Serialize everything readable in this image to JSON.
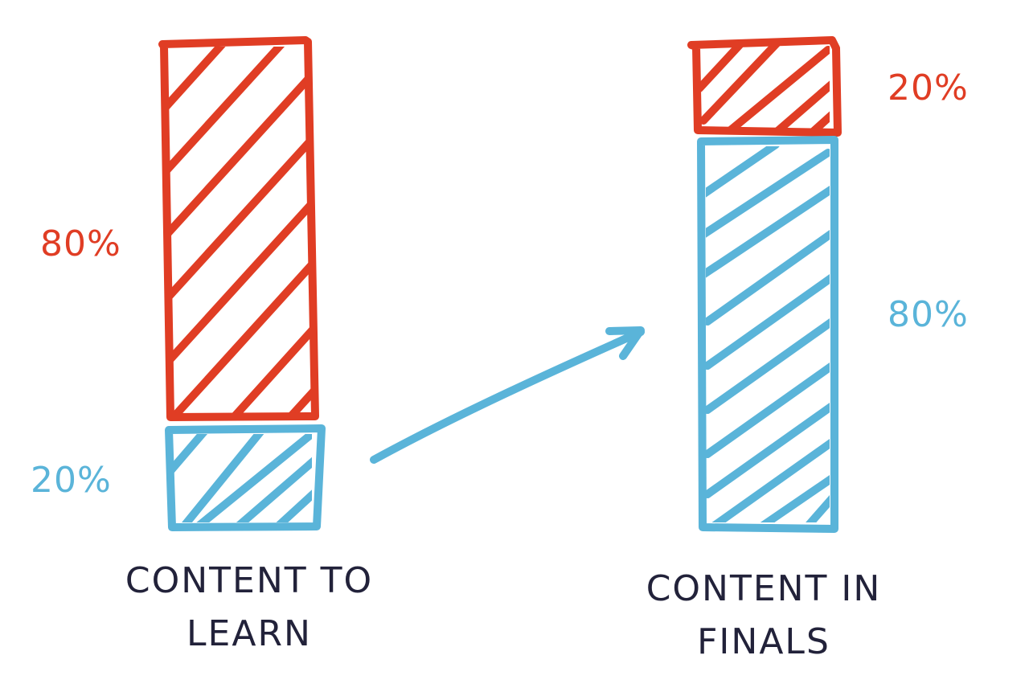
{
  "colors": {
    "red": "#e03d24",
    "blue": "#5ab4d9",
    "ink": "#22223a",
    "background": "#ffffff"
  },
  "chart_data": {
    "type": "bar",
    "stacked": true,
    "style": "hand-drawn, diagonally hatched",
    "title": "",
    "xlabel": "",
    "ylabel": "",
    "ylim": [
      0,
      100
    ],
    "categories": [
      "CONTENT TO LEARN",
      "CONTENT IN FINALS"
    ],
    "series": [
      {
        "name": "blue portion",
        "color": "#5ab4d9",
        "values": [
          20,
          80
        ]
      },
      {
        "name": "red portion",
        "color": "#e03d24",
        "values": [
          80,
          20
        ]
      }
    ],
    "annotations": [
      {
        "text": "80%",
        "bar": "CONTENT TO LEARN",
        "segment": "red",
        "position": "left"
      },
      {
        "text": "20%",
        "bar": "CONTENT TO LEARN",
        "segment": "blue",
        "position": "left"
      },
      {
        "text": "20%",
        "bar": "CONTENT IN FINALS",
        "segment": "red",
        "position": "right"
      },
      {
        "text": "80%",
        "bar": "CONTENT IN FINALS",
        "segment": "blue",
        "position": "right"
      },
      {
        "type": "arrow",
        "from": "CONTENT TO LEARN blue segment",
        "to": "CONTENT IN FINALS blue segment",
        "color": "#5ab4d9"
      }
    ],
    "legend": null,
    "grid": false
  },
  "labels": {
    "left_red_pct": "80%",
    "left_blue_pct": "20%",
    "right_red_pct": "20%",
    "right_blue_pct": "80%",
    "left_category_line1": "CONTENT TO",
    "left_category_line2": "LEARN",
    "right_category_line1": "CONTENT IN",
    "right_category_line2": "FINALS"
  }
}
